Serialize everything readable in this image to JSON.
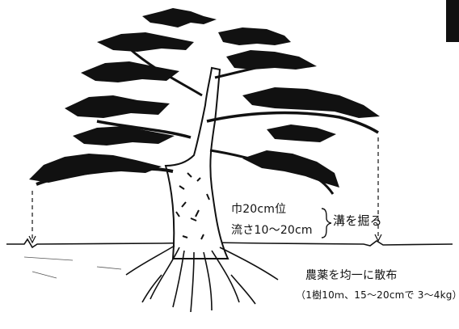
{
  "annotations": {
    "trench_width": "巾20cm位",
    "trench_depth": "流さ10～20cm",
    "brace": "}",
    "dig_trench": "溝を掘る",
    "pesticide": "農薬を均一に散布",
    "dosage": "（1樹10ｍ、15～20cmで 3～4kg）"
  },
  "colors": {
    "ink": "#111111",
    "paper": "#ffffff"
  }
}
